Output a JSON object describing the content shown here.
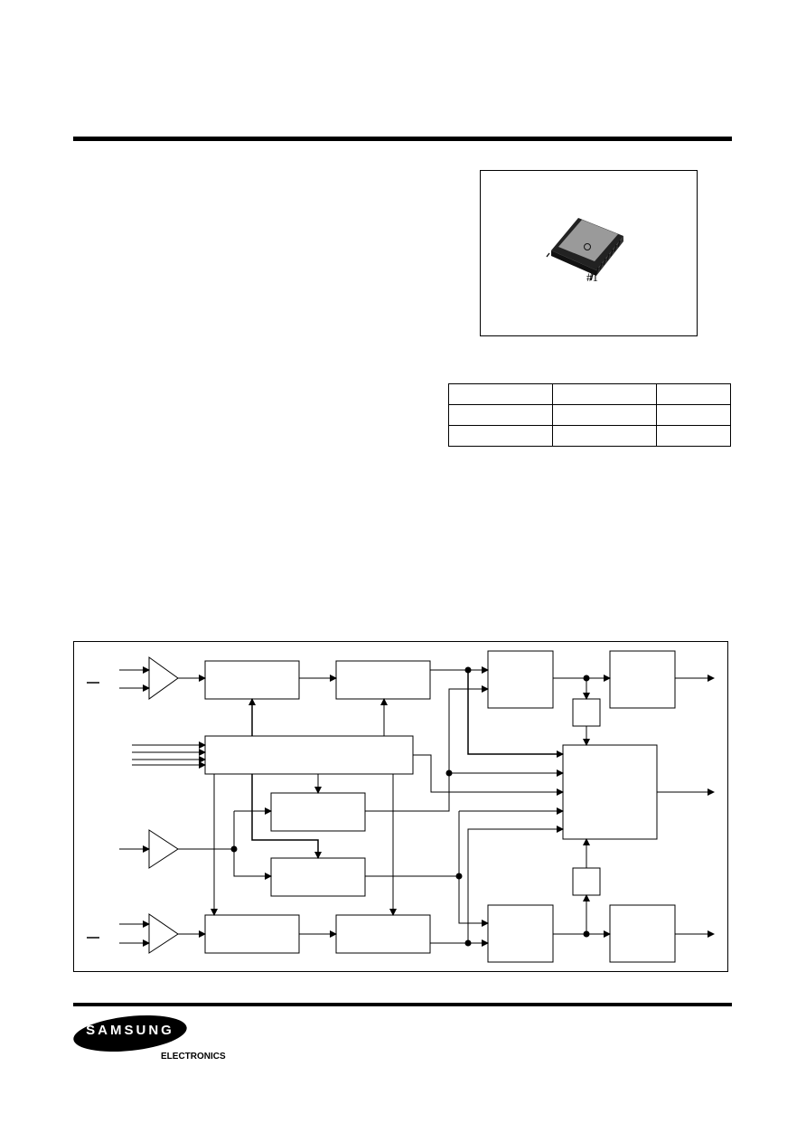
{
  "package_figure": {
    "pin_label": "#1",
    "icon": "ic-chip-icon"
  },
  "info_table": {
    "rows": [
      [
        "",
        "",
        ""
      ],
      [
        "",
        "",
        ""
      ],
      [
        "",
        "",
        ""
      ]
    ]
  },
  "block_diagram": {
    "blocks": [],
    "colors": {
      "line": "#000000",
      "background": "#ffffff"
    }
  },
  "footer": {
    "brand": "SAMSUNG",
    "division": "ELECTRONICS"
  }
}
